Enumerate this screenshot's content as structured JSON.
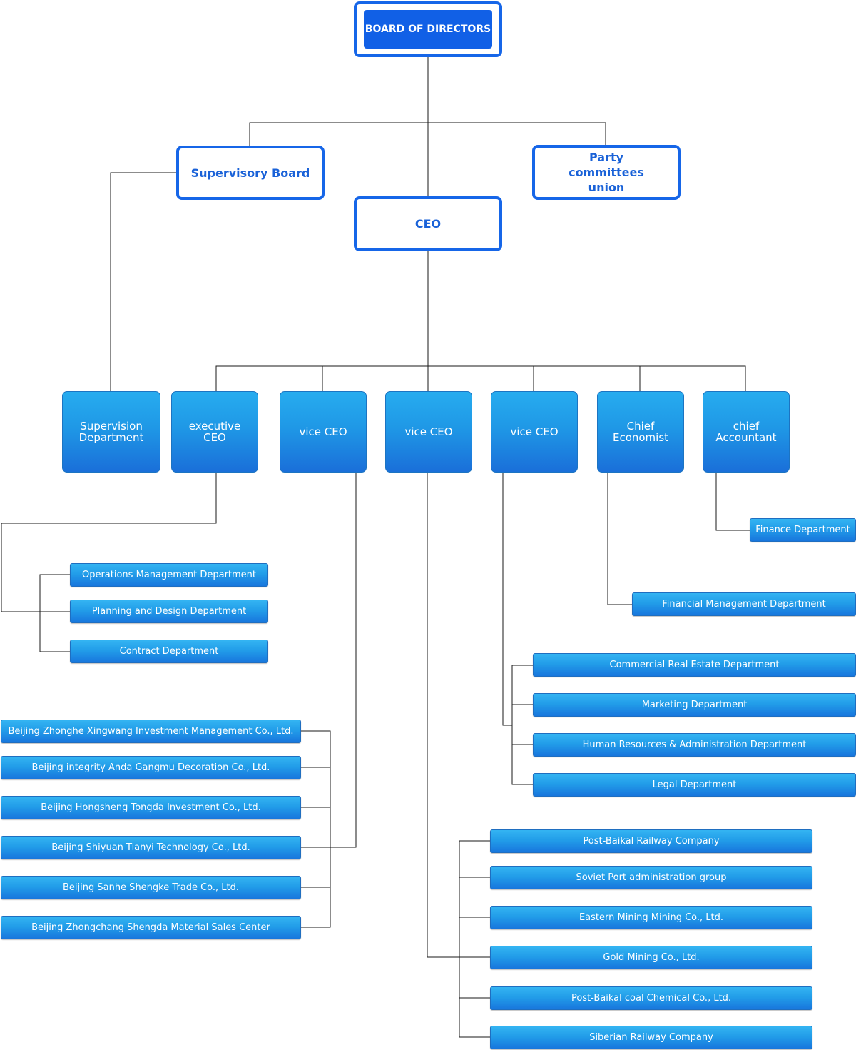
{
  "board": "BOARD OF DIRECTORS",
  "supervisory": "Supervisory Board",
  "party": "Party committees union",
  "ceo": "CEO",
  "managers": {
    "supervision": "Supervision Department",
    "executive": "executive CEO",
    "vice1": "vice CEO",
    "vice2": "vice CEO",
    "vice3": "vice CEO",
    "economist": "Chief Economist",
    "accountant": "chief Accountant"
  },
  "exec_departments": [
    "Operations Management Department",
    "Planning and Design Department",
    "Contract Department"
  ],
  "companies_left": [
    "Beijing Zhonghe Xingwang Investment Management Co., Ltd.",
    "Beijing integrity Anda Gangmu Decoration Co., Ltd.",
    "Beijing Hongsheng Tongda Investment Co., Ltd.",
    "Beijing Shiyuan Tianyi Technology Co., Ltd.",
    "Beijing Sanhe Shengke Trade Co., Ltd.",
    "Beijing Zhongchang Shengda Material Sales Center"
  ],
  "finance_department": "Finance Department",
  "financial_management": "Financial Management Department",
  "vice3_departments": [
    "Commercial Real Estate Department",
    "Marketing Department",
    "Human Resources & Administration Department",
    "Legal Department"
  ],
  "companies_right": [
    "Post-Baikal Railway Company",
    "Soviet Port administration group",
    "Eastern Mining Mining Co., Ltd.",
    "Gold Mining Co., Ltd.",
    "Post-Baikal coal Chemical Co., Ltd.",
    "Siberian Railway Company"
  ],
  "colors": {
    "accent": "#1666e8",
    "box_gradient_top": "#27acef",
    "box_gradient_bottom": "#1a6fd9",
    "connector": "#1a1a1a"
  }
}
